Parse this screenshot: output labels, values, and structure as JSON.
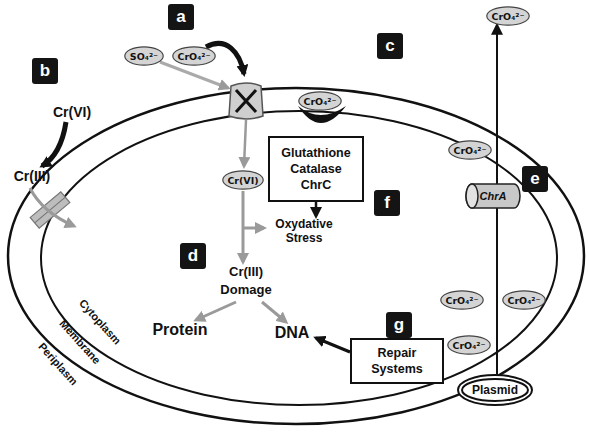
{
  "diagram": {
    "nodes": [
      {
        "text": [
          "a"
        ]
      },
      {
        "text": [
          "CrO₄²⁻"
        ]
      },
      {
        "text": [
          "c"
        ]
      },
      {
        "text": [
          "b"
        ]
      },
      {
        "text": [
          "SO₄²⁻"
        ]
      },
      {
        "text": [
          "CrO₄²⁻"
        ]
      },
      {
        "text": [
          "CrO₄²⁻"
        ]
      },
      {
        "text": [
          "CrO₄²⁻"
        ]
      },
      {
        "text": [
          "ChrA"
        ]
      },
      {
        "text": [
          "e"
        ]
      },
      {
        "text": [
          "Glutathione",
          "Catalase",
          "ChrC"
        ]
      },
      {
        "text": [
          "f"
        ]
      },
      {
        "text": [
          "Cr(VI)"
        ]
      },
      {
        "text": [
          "d"
        ]
      },
      {
        "text": [
          "CrO₄²⁻"
        ]
      },
      {
        "text": [
          "CrO₄²⁻"
        ]
      },
      {
        "text": [
          "g"
        ]
      },
      {
        "text": [
          "CrO₄²⁻"
        ]
      },
      {
        "text": [
          "Repair Systems"
        ]
      },
      {
        "text": [
          "Plasmid"
        ]
      }
    ],
    "edges": [
      {
        "from": 19,
        "to": 1,
        "arrow": "to"
      }
    ],
    "labels": [
      "Cr(VI)",
      "Cr(III)",
      "Oxydative Stress",
      "Cr(III)",
      "Domage",
      "Protein",
      "DNA",
      "Cytoplasm",
      "Membrane",
      "Periplasm"
    ]
  }
}
